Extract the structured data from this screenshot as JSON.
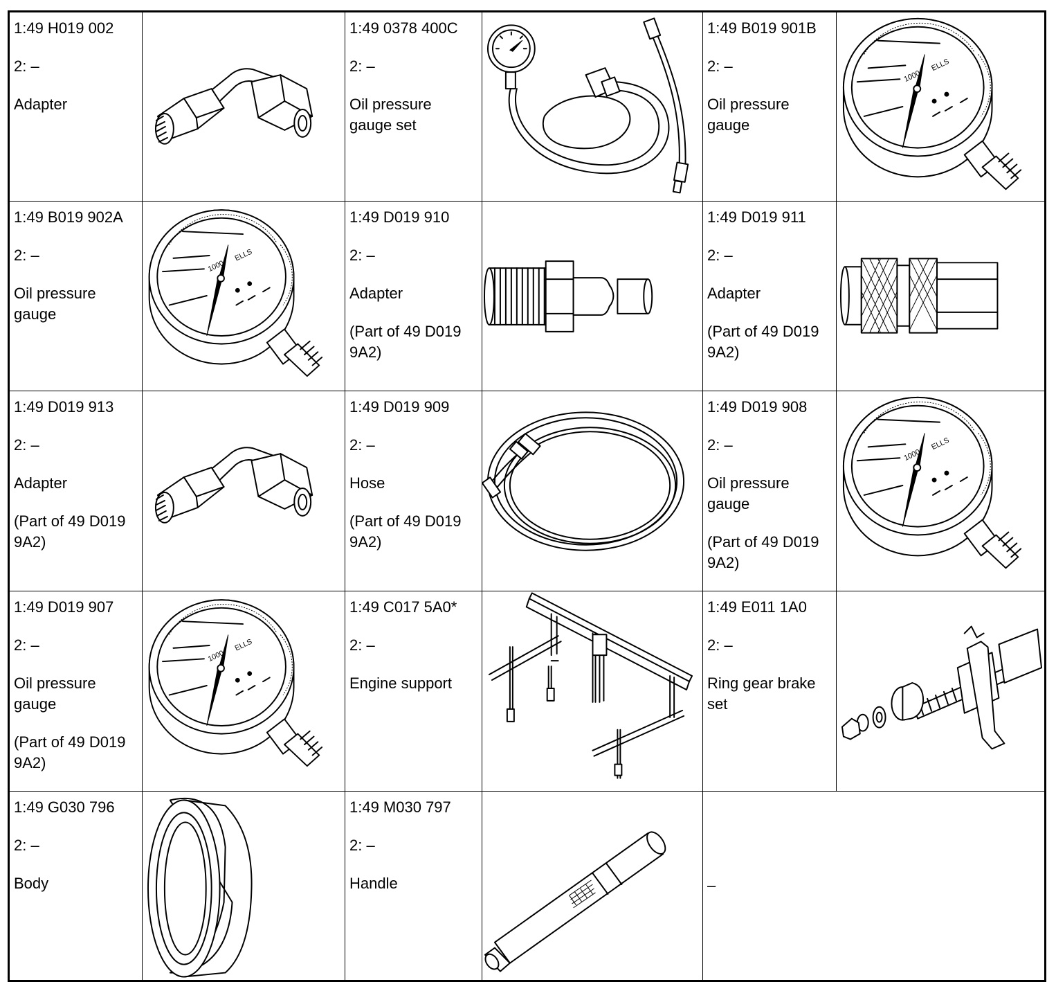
{
  "rows": [
    [
      {
        "code": "1:49 H019 002",
        "alt": "2: –",
        "name": "Adapter",
        "note": "",
        "icon": "adapter-icon"
      },
      {
        "code": "1:49 0378 400C",
        "alt": "2: –",
        "name": "Oil pressure gauge set",
        "note": "",
        "icon": "gauge-set-icon"
      },
      {
        "code": "1:49 B019 901B",
        "alt": "2: –",
        "name": "Oil pressure gauge",
        "note": "",
        "icon": "pressure-gauge-icon"
      }
    ],
    [
      {
        "code": "1:49 B019 902A",
        "alt": "2: –",
        "name": "Oil pressure gauge",
        "note": "",
        "icon": "pressure-gauge-icon"
      },
      {
        "code": "1:49 D019 910",
        "alt": "2: –",
        "name": "Adapter",
        "note": "(Part of 49 D019 9A2)",
        "icon": "male-coupler-icon"
      },
      {
        "code": "1:49 D019 911",
        "alt": "2: –",
        "name": "Adapter",
        "note": "(Part of 49 D019 9A2)",
        "icon": "female-coupler-icon"
      }
    ],
    [
      {
        "code": "1:49 D019 913",
        "alt": "2: –",
        "name": "Adapter",
        "note": "(Part of 49 D019 9A2)",
        "icon": "adapter-icon"
      },
      {
        "code": "1:49 D019 909",
        "alt": "2: –",
        "name": "Hose",
        "note": "(Part of 49 D019 9A2)",
        "icon": "hose-icon"
      },
      {
        "code": "1:49 D019 908",
        "alt": "2: –",
        "name": "Oil pressure gauge",
        "note": "(Part of 49 D019 9A2)",
        "icon": "pressure-gauge-icon"
      }
    ],
    [
      {
        "code": "1:49 D019 907",
        "alt": "2: –",
        "name": "Oil pressure gauge",
        "note": "(Part of 49 D019 9A2)",
        "icon": "pressure-gauge-icon"
      },
      {
        "code": "1:49 C017 5A0*",
        "alt": "2: –",
        "name": "Engine support",
        "note": "",
        "icon": "engine-support-icon"
      },
      {
        "code": "1:49 E011 1A0",
        "alt": "2: –",
        "name": "Ring gear brake set",
        "note": "",
        "icon": "ring-gear-brake-icon"
      }
    ],
    [
      {
        "code": "1:49 G030 796",
        "alt": "2: –",
        "name": "Body",
        "note": "",
        "icon": "body-ring-icon"
      },
      {
        "code": "1:49 M030 797",
        "alt": "2: –",
        "name": "Handle",
        "note": "",
        "icon": "handle-icon"
      },
      {
        "empty": "–"
      }
    ]
  ]
}
